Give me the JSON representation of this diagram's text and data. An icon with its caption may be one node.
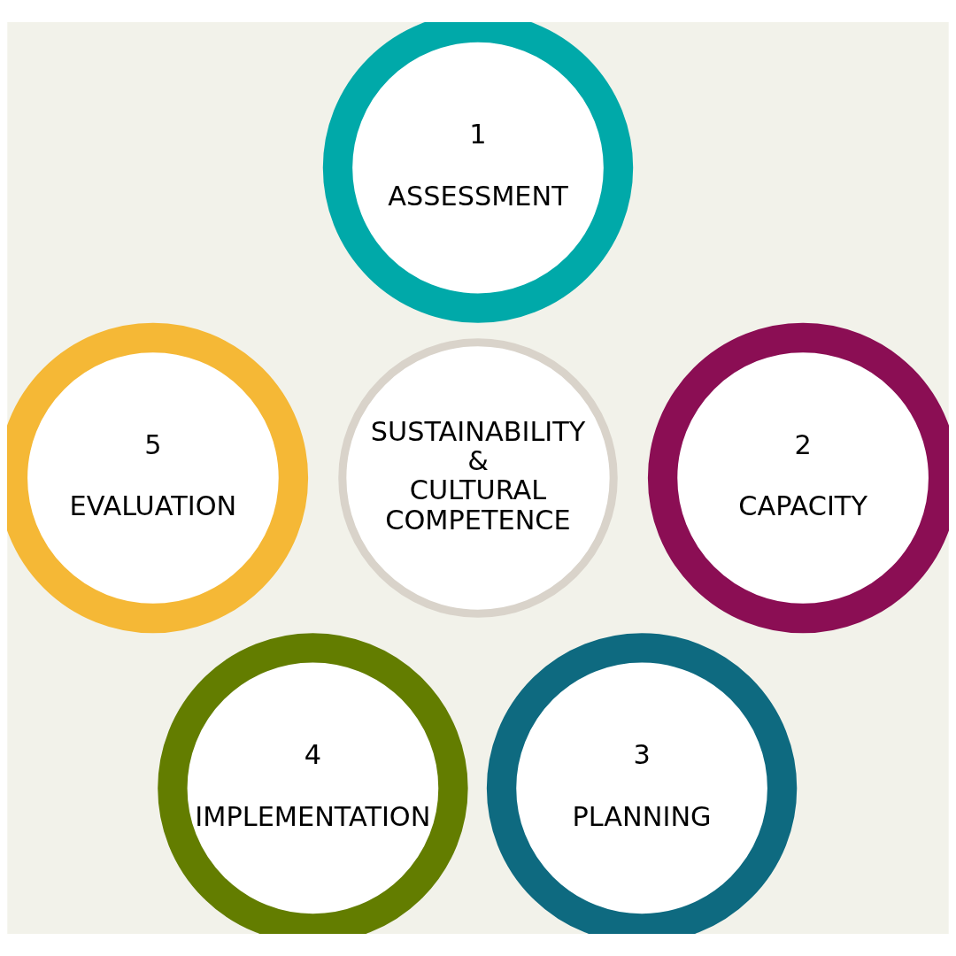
{
  "diagram": {
    "nodes": [
      {
        "text": [
          "SUSTAINABILITY & CULTURAL COMPETENCE"
        ]
      },
      {
        "text": [
          "1",
          "ASSESSMENT"
        ]
      },
      {
        "text": [
          "2",
          "CAPACITY"
        ]
      },
      {
        "text": [
          "3",
          "PLANNING"
        ]
      },
      {
        "text": [
          "4",
          "IMPLEMENTATION"
        ]
      },
      {
        "text": [
          "5",
          "EVALUATION"
        ]
      }
    ]
  }
}
